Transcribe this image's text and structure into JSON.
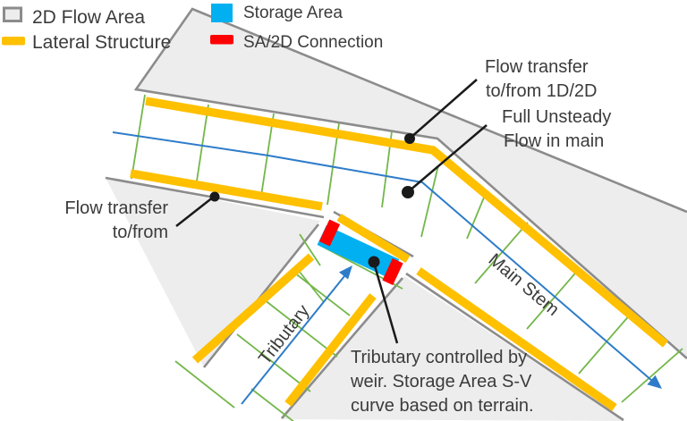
{
  "legend": {
    "items": [
      {
        "id": "flow-area-2d",
        "label": "2D Flow Area"
      },
      {
        "id": "lateral-structure",
        "label": "Lateral Structure"
      },
      {
        "id": "storage-area",
        "label": "Storage Area"
      },
      {
        "id": "sa-2d-connection",
        "label": "SA/2D Connection"
      }
    ]
  },
  "annotations": {
    "flow_transfer_main": {
      "lines": [
        "Flow transfer",
        "to/from 1D/2D"
      ]
    },
    "full_unsteady": {
      "lines": [
        "Full Unsteady",
        "Flow in main"
      ]
    },
    "flow_transfer_left": {
      "lines": [
        "Flow transfer",
        "to/from"
      ]
    },
    "tributary_weir": {
      "lines": [
        "Tributary controlled by",
        "weir. Storage Area S-V",
        "curve based on terrain."
      ]
    }
  },
  "river_labels": {
    "main_stem": "Main Stem",
    "tributary": "Tributary"
  },
  "colors": {
    "area_fill": "#EDEDED",
    "boundary_gray": "#8C8C8C",
    "lateral_yellow": "#FFC000",
    "storage_blue": "#00B0F0",
    "connection_red": "#FE0000",
    "cross_section_green": "#74B74A",
    "centerline_blue": "#2E7CC9",
    "leader_black": "#1A1A1A",
    "text_gray": "#3B3B3B"
  }
}
